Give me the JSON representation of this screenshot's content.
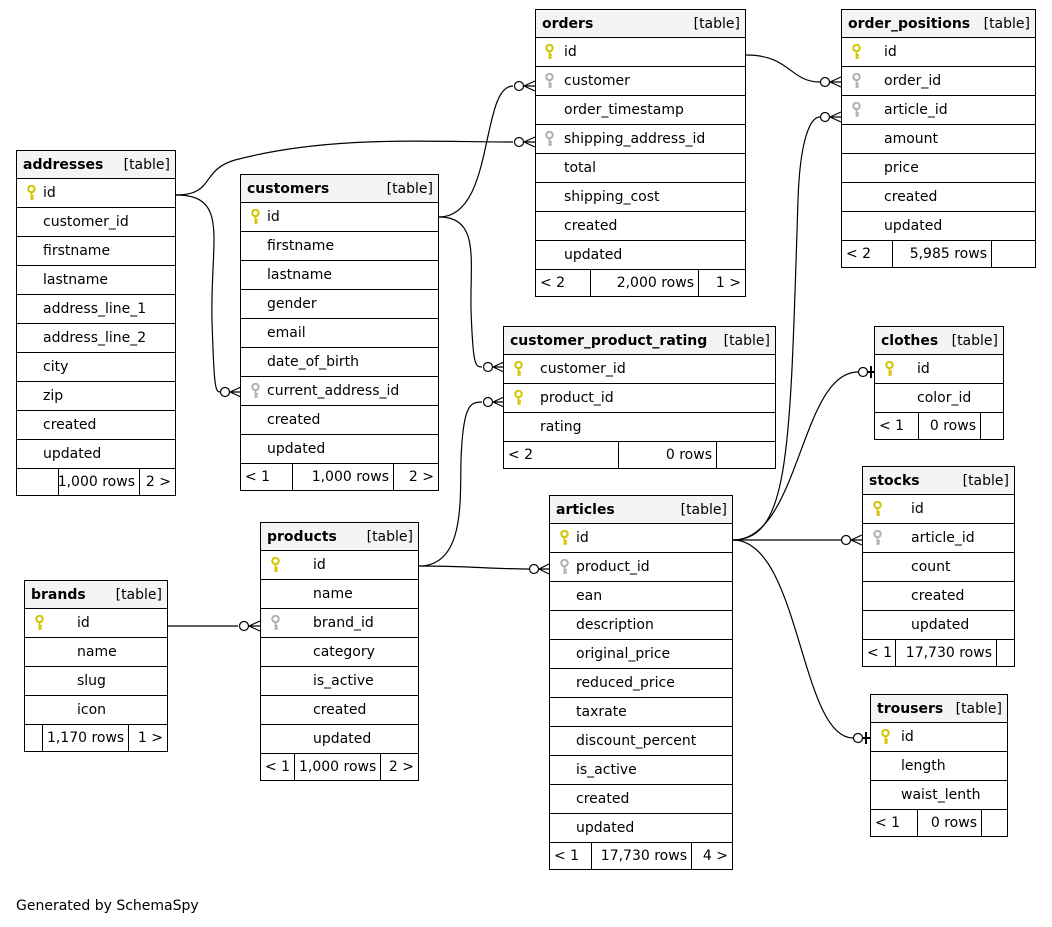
{
  "colors": {
    "primary_key": "#d4c400",
    "foreign_key": "#b0b0b0",
    "header_bg": "#f4f4f4"
  },
  "icons": {
    "primary_key": "key-icon",
    "foreign_key": "key-icon"
  },
  "footer": "Generated by SchemaSpy",
  "tables": {
    "orders": {
      "name": "orders",
      "kind": "[table]",
      "columns": [
        "id",
        "customer",
        "order_timestamp",
        "shipping_address_id",
        "total",
        "shipping_cost",
        "created",
        "updated"
      ],
      "keys": [
        "pk",
        "fk",
        "",
        "fk",
        "",
        "",
        "",
        ""
      ],
      "footer": [
        "< 2",
        "2,000 rows",
        "1 >"
      ]
    },
    "order_positions": {
      "name": "order_positions",
      "kind": "[table]",
      "columns": [
        "id",
        "order_id",
        "article_id",
        "amount",
        "price",
        "created",
        "updated"
      ],
      "keys": [
        "pk",
        "fk",
        "fk",
        "",
        "",
        "",
        ""
      ],
      "footer": [
        "< 2",
        "5,985 rows",
        ""
      ]
    },
    "addresses": {
      "name": "addresses",
      "kind": "[table]",
      "columns": [
        "id",
        "customer_id",
        "firstname",
        "lastname",
        "address_line_1",
        "address_line_2",
        "city",
        "zip",
        "created",
        "updated"
      ],
      "keys": [
        "pk",
        "",
        "",
        "",
        "",
        "",
        "",
        "",
        "",
        ""
      ],
      "footer": [
        "",
        "1,000 rows",
        "2 >"
      ]
    },
    "customers": {
      "name": "customers",
      "kind": "[table]",
      "columns": [
        "id",
        "firstname",
        "lastname",
        "gender",
        "email",
        "date_of_birth",
        "current_address_id",
        "created",
        "updated"
      ],
      "keys": [
        "pk",
        "",
        "",
        "",
        "",
        "",
        "fk",
        "",
        ""
      ],
      "footer": [
        "< 1",
        "1,000 rows",
        "2 >"
      ]
    },
    "customer_product_rating": {
      "name": "customer_product_rating",
      "kind": "[table]",
      "columns": [
        "customer_id",
        "product_id",
        "rating"
      ],
      "keys": [
        "pk",
        "pk",
        ""
      ],
      "footer": [
        "< 2",
        "0 rows",
        ""
      ]
    },
    "clothes": {
      "name": "clothes",
      "kind": "[table]",
      "columns": [
        "id",
        "color_id"
      ],
      "keys": [
        "pk",
        ""
      ],
      "footer": [
        "< 1",
        "0 rows",
        ""
      ]
    },
    "stocks": {
      "name": "stocks",
      "kind": "[table]",
      "columns": [
        "id",
        "article_id",
        "count",
        "created",
        "updated"
      ],
      "keys": [
        "pk",
        "fk",
        "",
        "",
        ""
      ],
      "footer": [
        "< 1",
        "17,730 rows",
        ""
      ]
    },
    "trousers": {
      "name": "trousers",
      "kind": "[table]",
      "columns": [
        "id",
        "length",
        "waist_lenth"
      ],
      "keys": [
        "pk",
        "",
        ""
      ],
      "footer": [
        "< 1",
        "0 rows",
        ""
      ]
    },
    "articles": {
      "name": "articles",
      "kind": "[table]",
      "columns": [
        "id",
        "product_id",
        "ean",
        "description",
        "original_price",
        "reduced_price",
        "taxrate",
        "discount_percent",
        "is_active",
        "created",
        "updated"
      ],
      "keys": [
        "pk",
        "fk",
        "",
        "",
        "",
        "",
        "",
        "",
        "",
        "",
        ""
      ],
      "footer": [
        "< 1",
        "17,730 rows",
        "4 >"
      ]
    },
    "products": {
      "name": "products",
      "kind": "[table]",
      "columns": [
        "id",
        "name",
        "brand_id",
        "category",
        "is_active",
        "created",
        "updated"
      ],
      "keys": [
        "pk",
        "",
        "fk",
        "",
        "",
        "",
        ""
      ],
      "footer": [
        "< 1",
        "1,000 rows",
        "2 >"
      ]
    },
    "brands": {
      "name": "brands",
      "kind": "[table]",
      "columns": [
        "id",
        "name",
        "slug",
        "icon"
      ],
      "keys": [
        "pk",
        "",
        "",
        ""
      ],
      "footer": [
        "",
        "1,170 rows",
        "1 >"
      ]
    }
  }
}
